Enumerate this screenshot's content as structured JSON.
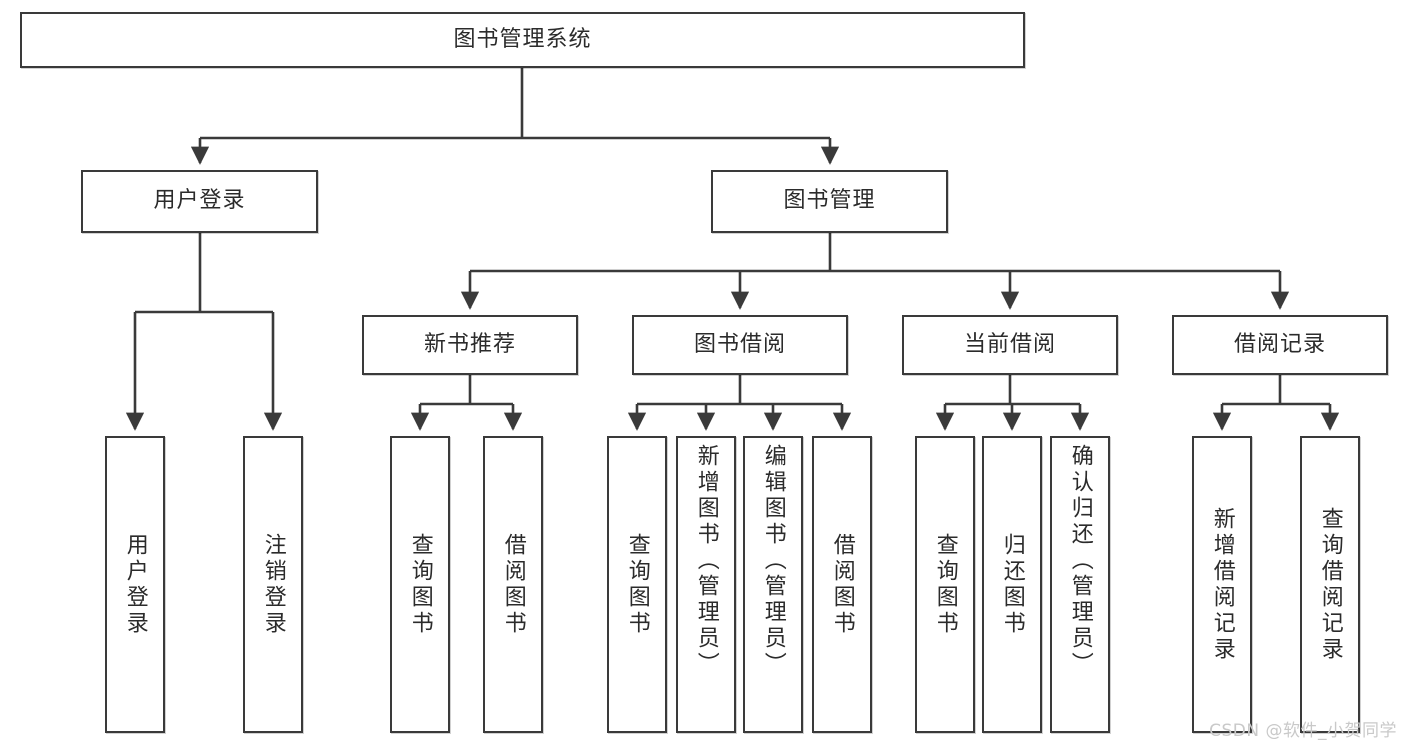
{
  "diagram": {
    "type": "tree",
    "title": "图书管理系统",
    "orientation": "top-down",
    "colors": {
      "box_border": "#3a3a3a",
      "box_fill": "#ffffff",
      "edge": "#3a3a3a",
      "text": "#2b2b2b",
      "watermark": "#c9c9c9",
      "background": "#ffffff"
    },
    "root": {
      "id": "root",
      "label": "图书管理系统"
    },
    "level2": [
      {
        "id": "n-user-login",
        "label": "用户登录"
      },
      {
        "id": "n-book-manage",
        "label": "图书管理"
      }
    ],
    "level3": [
      {
        "id": "n-new-book",
        "label": "新书推荐"
      },
      {
        "id": "n-borrow",
        "label": "图书借阅"
      },
      {
        "id": "n-current",
        "label": "当前借阅"
      },
      {
        "id": "n-record",
        "label": "借阅记录"
      }
    ],
    "leaves": {
      "user_login": [
        {
          "id": "leaf-user-login",
          "label": "用户登录"
        },
        {
          "id": "leaf-logout",
          "label": "注销登录"
        }
      ],
      "new_book": [
        {
          "id": "leaf-nb-query",
          "label": "查询图书"
        },
        {
          "id": "leaf-nb-borrow",
          "label": "借阅图书"
        }
      ],
      "borrow": [
        {
          "id": "leaf-bb-query",
          "label": "查询图书"
        },
        {
          "id": "leaf-bb-add",
          "label": "新增图书（管理员）"
        },
        {
          "id": "leaf-bb-edit",
          "label": "编辑图书（管理员）"
        },
        {
          "id": "leaf-bb-borrow",
          "label": "借阅图书"
        }
      ],
      "current": [
        {
          "id": "leaf-cb-query",
          "label": "查询图书"
        },
        {
          "id": "leaf-cb-return",
          "label": "归还图书"
        },
        {
          "id": "leaf-cb-confirm",
          "label": "确认归还（管理员）"
        }
      ],
      "record": [
        {
          "id": "leaf-rec-add",
          "label": "新增借阅记录"
        },
        {
          "id": "leaf-rec-query",
          "label": "查询借阅记录"
        }
      ]
    }
  },
  "watermark": {
    "text": "CSDN @软件_小贺同学"
  }
}
